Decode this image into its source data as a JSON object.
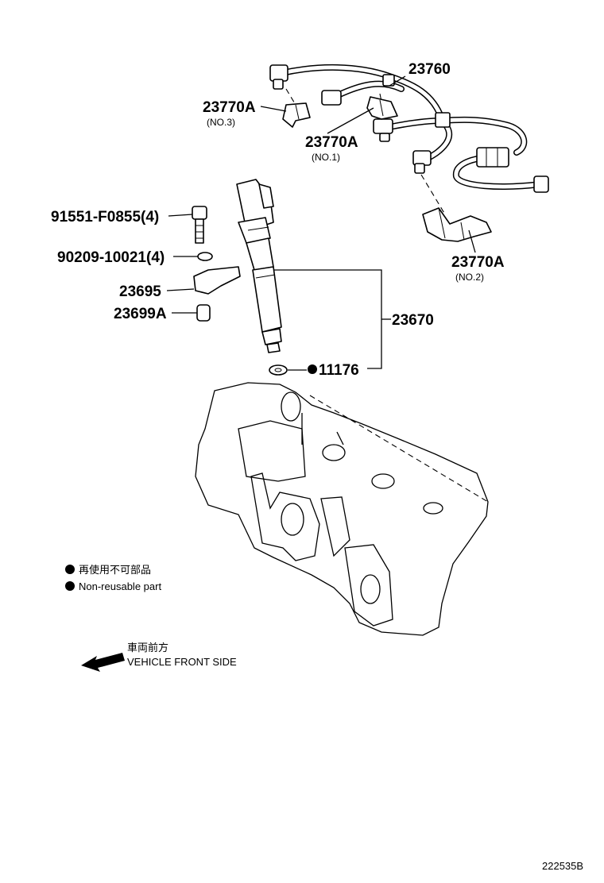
{
  "parts": {
    "p23760": "23760",
    "p23770a_no3": "23770A",
    "p23770a_no3_note": "(NO.3)",
    "p23770a_no1": "23770A",
    "p23770a_no1_note": "(NO.1)",
    "p23770a_no2": "23770A",
    "p23770a_no2_note": "(NO.2)",
    "p91551": "91551-F0855(4)",
    "p90209": "90209-10021(4)",
    "p23695": "23695",
    "p23699a": "23699A",
    "p23670": "23670",
    "p11176": "11176"
  },
  "legend": {
    "jp": "再使用不可部品",
    "en": "Non-reusable part"
  },
  "front": {
    "jp": "車両前方",
    "en": "VEHICLE FRONT SIDE"
  },
  "figure_id": "222535B"
}
